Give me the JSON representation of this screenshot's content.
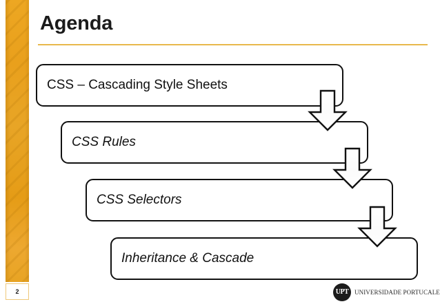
{
  "slide": {
    "title": "Agenda",
    "page_number": "2",
    "accent_color": "#E8A423",
    "rule_color": "#E8B84B",
    "box_border_color": "#111111",
    "background_color": "#FFFFFF"
  },
  "flow": {
    "boxes": [
      {
        "label": "CSS – Cascading Style Sheets",
        "style": "regular"
      },
      {
        "label": "CSS Rules",
        "style": "italic"
      },
      {
        "label": "CSS Selectors",
        "style": "italic"
      },
      {
        "label": "Inheritance & Cascade",
        "style": "italic"
      }
    ],
    "arrows": [
      {
        "name": "down-arrow-1",
        "direction": "down"
      },
      {
        "name": "down-arrow-2",
        "direction": "down"
      },
      {
        "name": "down-arrow-3",
        "direction": "down"
      }
    ]
  },
  "footer": {
    "logo_initials": "UPT",
    "logo_wordmark": "UNIVERSIDADE PORTUCALENSE"
  }
}
